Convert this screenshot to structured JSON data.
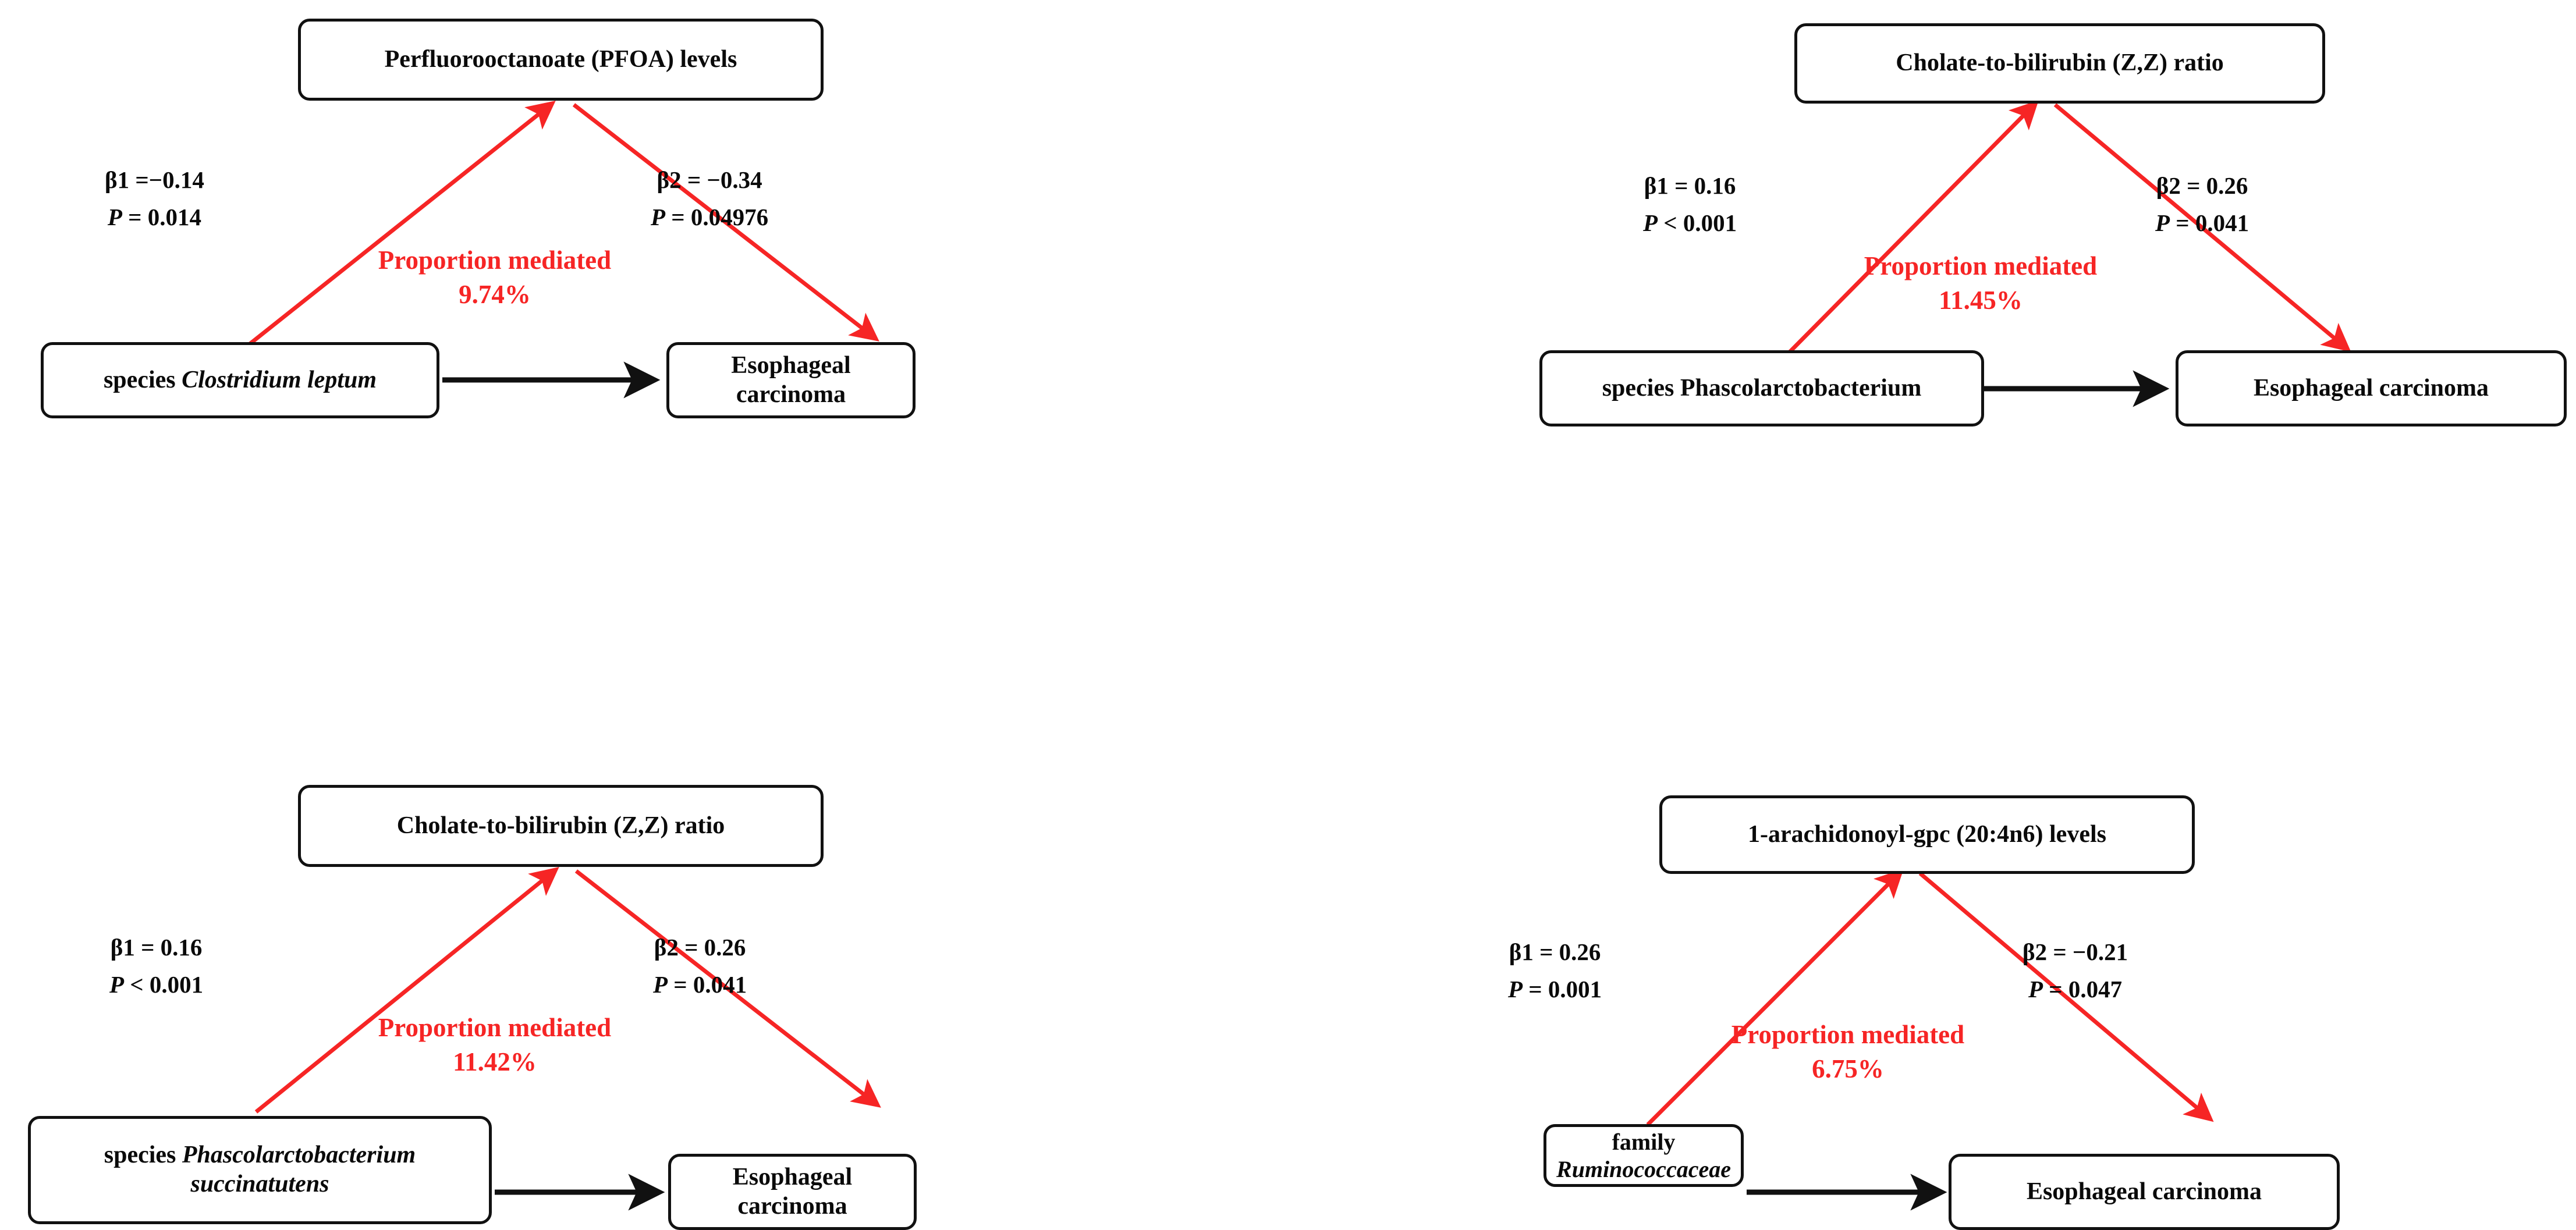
{
  "figure": {
    "type": "mediation-diagram-grid",
    "rows": 2,
    "cols": 2,
    "accent_red": "#f62525",
    "line_black": "#111111",
    "proportion_label": "Proportion mediated"
  },
  "panels": [
    {
      "id": "panel-top-left",
      "mediator": {
        "text": "Perfluorooctanoate (PFOA) levels",
        "italic_part": ""
      },
      "exposure": {
        "prefix": "species ",
        "taxon": "Clostridium leptum",
        "line2": ""
      },
      "outcome": {
        "text": "Esophageal carcinoma"
      },
      "beta1": {
        "label": "β1 =−0.14",
        "p": "P = 0.014"
      },
      "beta2": {
        "label": "β2 = −0.34",
        "p": "P = 0.04976"
      },
      "proportion": {
        "label": "Proportion mediated",
        "value": "9.74%"
      }
    },
    {
      "id": "panel-top-right",
      "mediator": {
        "text": "Cholate-to-bilirubin (Z,Z) ratio",
        "italic_part": ""
      },
      "exposure": {
        "prefix": "species ",
        "taxon": "Phascolarctobacterium",
        "taxon_italic": false,
        "line2": ""
      },
      "outcome": {
        "text": "Esophageal carcinoma"
      },
      "beta1": {
        "label": "β1 = 0.16",
        "p": "P < 0.001"
      },
      "beta2": {
        "label": "β2 = 0.26",
        "p": "P = 0.041"
      },
      "proportion": {
        "label": "Proportion mediated",
        "value": "11.45%"
      }
    },
    {
      "id": "panel-bottom-left",
      "mediator": {
        "text": "Cholate-to-bilirubin (Z,Z) ratio",
        "italic_part": ""
      },
      "exposure": {
        "prefix": "species ",
        "taxon": "Phascolarctobacterium",
        "line2": "succinatutens"
      },
      "outcome": {
        "text": "Esophageal carcinoma"
      },
      "beta1": {
        "label": "β1 = 0.16",
        "p": "P < 0.001"
      },
      "beta2": {
        "label": "β2 = 0.26",
        "p": "P = 0.041"
      },
      "proportion": {
        "label": "Proportion mediated",
        "value": "11.42%"
      }
    },
    {
      "id": "panel-bottom-right",
      "mediator": {
        "text": "1-arachidonoyl-gpc (20:4n6) levels",
        "italic_part": ""
      },
      "exposure": {
        "prefix": "family ",
        "taxon": "Ruminococcaceae",
        "line2": ""
      },
      "outcome": {
        "text": "Esophageal carcinoma"
      },
      "beta1": {
        "label": "β1 = 0.26",
        "p": "P = 0.001"
      },
      "beta2": {
        "label": "β2 = −0.21",
        "p": "P = 0.047"
      },
      "proportion": {
        "label": "Proportion mediated",
        "value": "6.75%"
      }
    }
  ]
}
